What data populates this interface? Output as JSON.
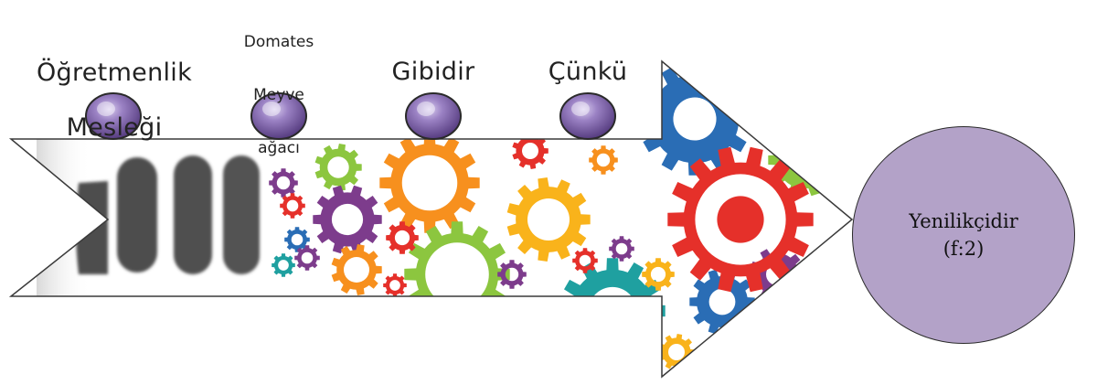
{
  "metaphor": {
    "subject": [
      "Öğretmenlik",
      "Mesleği"
    ],
    "metaphor_word": [
      "Domates",
      "Meyve",
      "ağacı"
    ],
    "comparison": "Gibidir",
    "reason": "Çünkü"
  },
  "conclusion": {
    "text": "Yenilikçidir",
    "frequency": "(f:2)"
  },
  "colors": {
    "bullet": "#7a5ca8",
    "conclusion_fill": "#b3a2c8",
    "gear_orange": "#f7901e",
    "gear_green": "#8cc63f",
    "gear_red": "#e5302a",
    "gear_yellow": "#f9b31b",
    "gear_blue": "#2a6db5",
    "gear_purple": "#7d3c8c",
    "gear_teal": "#1fa0a0"
  },
  "icons": [
    "bullet-sphere-icon",
    "gear-icon",
    "vertical-bars-icon"
  ]
}
